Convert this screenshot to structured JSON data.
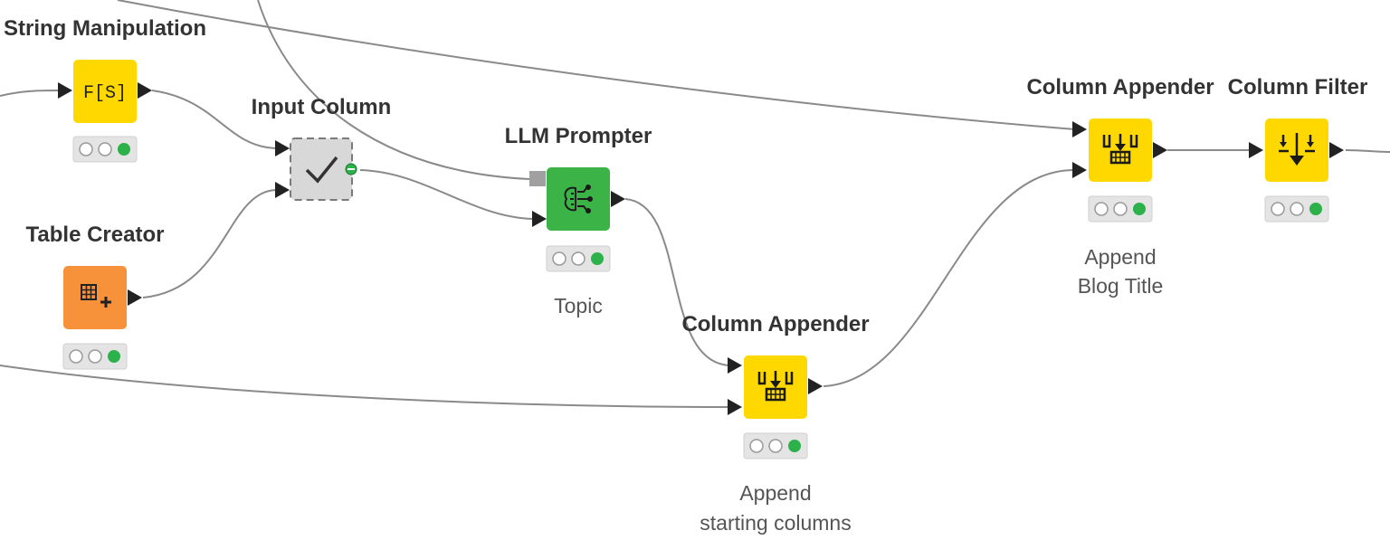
{
  "nodes": {
    "string_manipulation": {
      "title": "String Manipulation",
      "icon": "string-manipulation-icon",
      "icon_text": "F[S]",
      "color": "#FFD800",
      "status": [
        "idle",
        "idle",
        "executed"
      ]
    },
    "input_column": {
      "title": "Input Column",
      "icon": "checkmark-icon",
      "color": "#D8D8D8",
      "status": []
    },
    "table_creator": {
      "title": "Table Creator",
      "icon": "table-plus-icon",
      "color": "#F7923A",
      "status": [
        "idle",
        "idle",
        "executed"
      ]
    },
    "llm_prompter": {
      "title": "LLM Prompter",
      "icon": "ai-brain-icon",
      "color": "#3BB346",
      "annotation": "Topic",
      "status": [
        "idle",
        "idle",
        "executed"
      ]
    },
    "column_appender_1": {
      "title": "Column Appender",
      "icon": "column-append-icon",
      "color": "#FFD800",
      "annotation_lines": [
        "Append",
        "starting columns"
      ],
      "status": [
        "idle",
        "idle",
        "executed"
      ]
    },
    "column_appender_2": {
      "title": "Column Appender",
      "icon": "column-append-icon",
      "color": "#FFD800",
      "annotation_lines": [
        "Append",
        "Blog Title"
      ],
      "status": [
        "idle",
        "idle",
        "executed"
      ]
    },
    "column_filter": {
      "title": "Column Filter",
      "icon": "column-filter-icon",
      "color": "#FFD800",
      "status": [
        "idle",
        "idle",
        "executed"
      ]
    }
  },
  "colors": {
    "executed": "#2DB14A",
    "connection": "#8A8A8A",
    "port": "#222222"
  }
}
